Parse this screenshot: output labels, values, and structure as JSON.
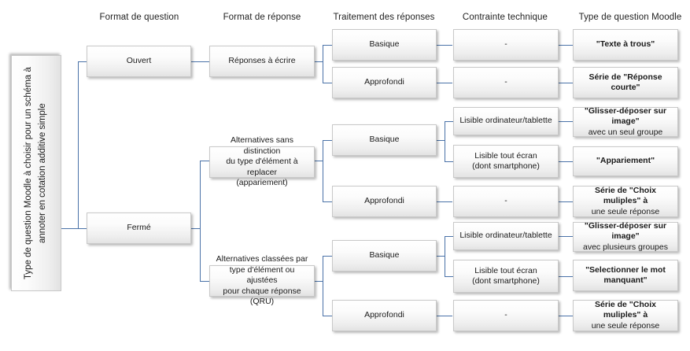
{
  "diagram": {
    "title_box": {
      "line1": "Type de question Moodle à choisir",
      "line2": "pour un schéma à annoter",
      "line3": "en cotation additive simple",
      "full": "Type de question Moodle à choisir pour un schéma à annoter en cotation additive simple"
    },
    "headers": [
      {
        "label": "Format de question"
      },
      {
        "label": "Format de réponse"
      },
      {
        "label": "Traitement des réponses"
      },
      {
        "label": "Contrainte technique"
      },
      {
        "label": "Type de question Moodle"
      }
    ],
    "colors": {
      "connector": "#4a72a8",
      "box_border": "#c8c8c8",
      "box_fill_top": "#ffffff",
      "box_fill_bottom": "#e3e3e3",
      "text": "#1a1a1a"
    },
    "format_question": [
      {
        "label": "Ouvert"
      },
      {
        "label": "Fermé"
      }
    ],
    "format_reponse": [
      {
        "line1": "Réponses à écrire"
      },
      {
        "line1": "Alternatives sans distinction",
        "line2": "du type d'élément à replacer",
        "line3": "(appariement)"
      },
      {
        "line1": "Alternatives  classées par",
        "line2": "type d'élément ou ajustées",
        "line3": "pour chaque réponse (QRU)"
      }
    ],
    "traitement": [
      {
        "label": "Basique"
      },
      {
        "label": "Approfondi"
      },
      {
        "label": "Basique"
      },
      {
        "label": "Approfondi"
      },
      {
        "label": "Basique"
      },
      {
        "label": "Approfondi"
      }
    ],
    "contrainte": [
      {
        "line1": "-"
      },
      {
        "line1": "-"
      },
      {
        "line1": "Lisible ordinateur/tablette"
      },
      {
        "line1": "Lisible tout écran",
        "line2": "(dont smartphone)"
      },
      {
        "line1": "-"
      },
      {
        "line1": "Lisible ordinateur/tablette"
      },
      {
        "line1": "Lisible tout écran",
        "line2": "(dont smartphone)"
      },
      {
        "line1": "-"
      }
    ],
    "moodle_types": [
      {
        "line1": "\"Texte à trous\"",
        "line2": ""
      },
      {
        "line1": "Série de \"Réponse courte\"",
        "line2": ""
      },
      {
        "line1": "\"Glisser-déposer sur image\"",
        "line2": "avec un seul groupe"
      },
      {
        "line1": "\"Appariement\"",
        "line2": ""
      },
      {
        "line1": "Série de \"Choix muliples\" à",
        "line2": "une seule réponse"
      },
      {
        "line1": "\"Glisser-déposer sur image\"",
        "line2": "avec plusieurs groupes"
      },
      {
        "line1": "\"Selectionner le mot",
        "line2": "manquant\""
      },
      {
        "line1": "Série de \"Choix muliples\" à",
        "line2": "une seule réponse"
      }
    ]
  }
}
